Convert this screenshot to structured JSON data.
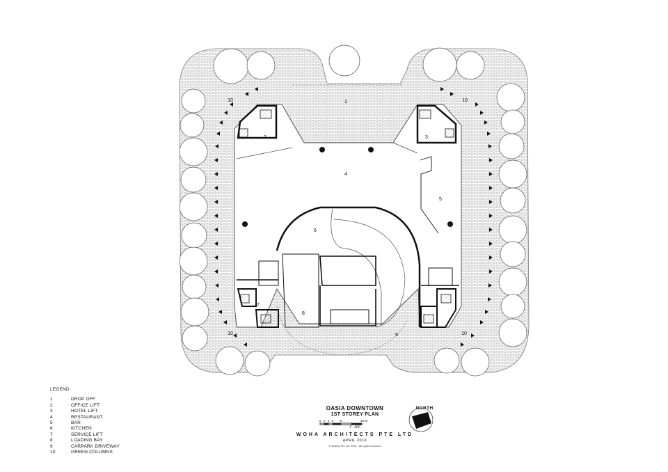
{
  "legend": {
    "title": "LEGEND",
    "items": [
      {
        "num": "1",
        "label": "DROP OFF"
      },
      {
        "num": "2",
        "label": "OFFICE LIFT"
      },
      {
        "num": "3",
        "label": "HOTEL LIFT"
      },
      {
        "num": "4",
        "label": "RESTAURANT"
      },
      {
        "num": "5",
        "label": "BAR"
      },
      {
        "num": "6",
        "label": "KITCHEN"
      },
      {
        "num": "7",
        "label": "SERVICE LIFT"
      },
      {
        "num": "8",
        "label": "LOADING BAY"
      },
      {
        "num": "9",
        "label": "CARPARK DRIVEWAY"
      },
      {
        "num": "10",
        "label": "GREEN COLUMNS"
      }
    ]
  },
  "title_block": {
    "project": "OASIA DOWNTOWN",
    "plan": "1ST STOREY PLAN",
    "scale_ticks": [
      "0",
      "1",
      "2",
      "3",
      "5",
      "10 M"
    ],
    "scale": "1 : 400",
    "firm": "WOHA ARCHITECTS PTE LTD",
    "date": "APRIL 2016",
    "copyright": "© WOHA Pte Ltd 2016 · All rights reserved"
  },
  "north_label": "NORTH",
  "plan_labels": {
    "drop_off": "1",
    "office_lift": "2",
    "hotel_lift": "3",
    "restaurant": "4",
    "bar": "5",
    "kitchen": "6",
    "service_lift": "7",
    "loading_bay": "8",
    "carpark_driveway": "9",
    "green_column": "10"
  },
  "colors": {
    "line": "#111111",
    "hatch": "#9a9a9a",
    "paper": "#ffffff"
  }
}
